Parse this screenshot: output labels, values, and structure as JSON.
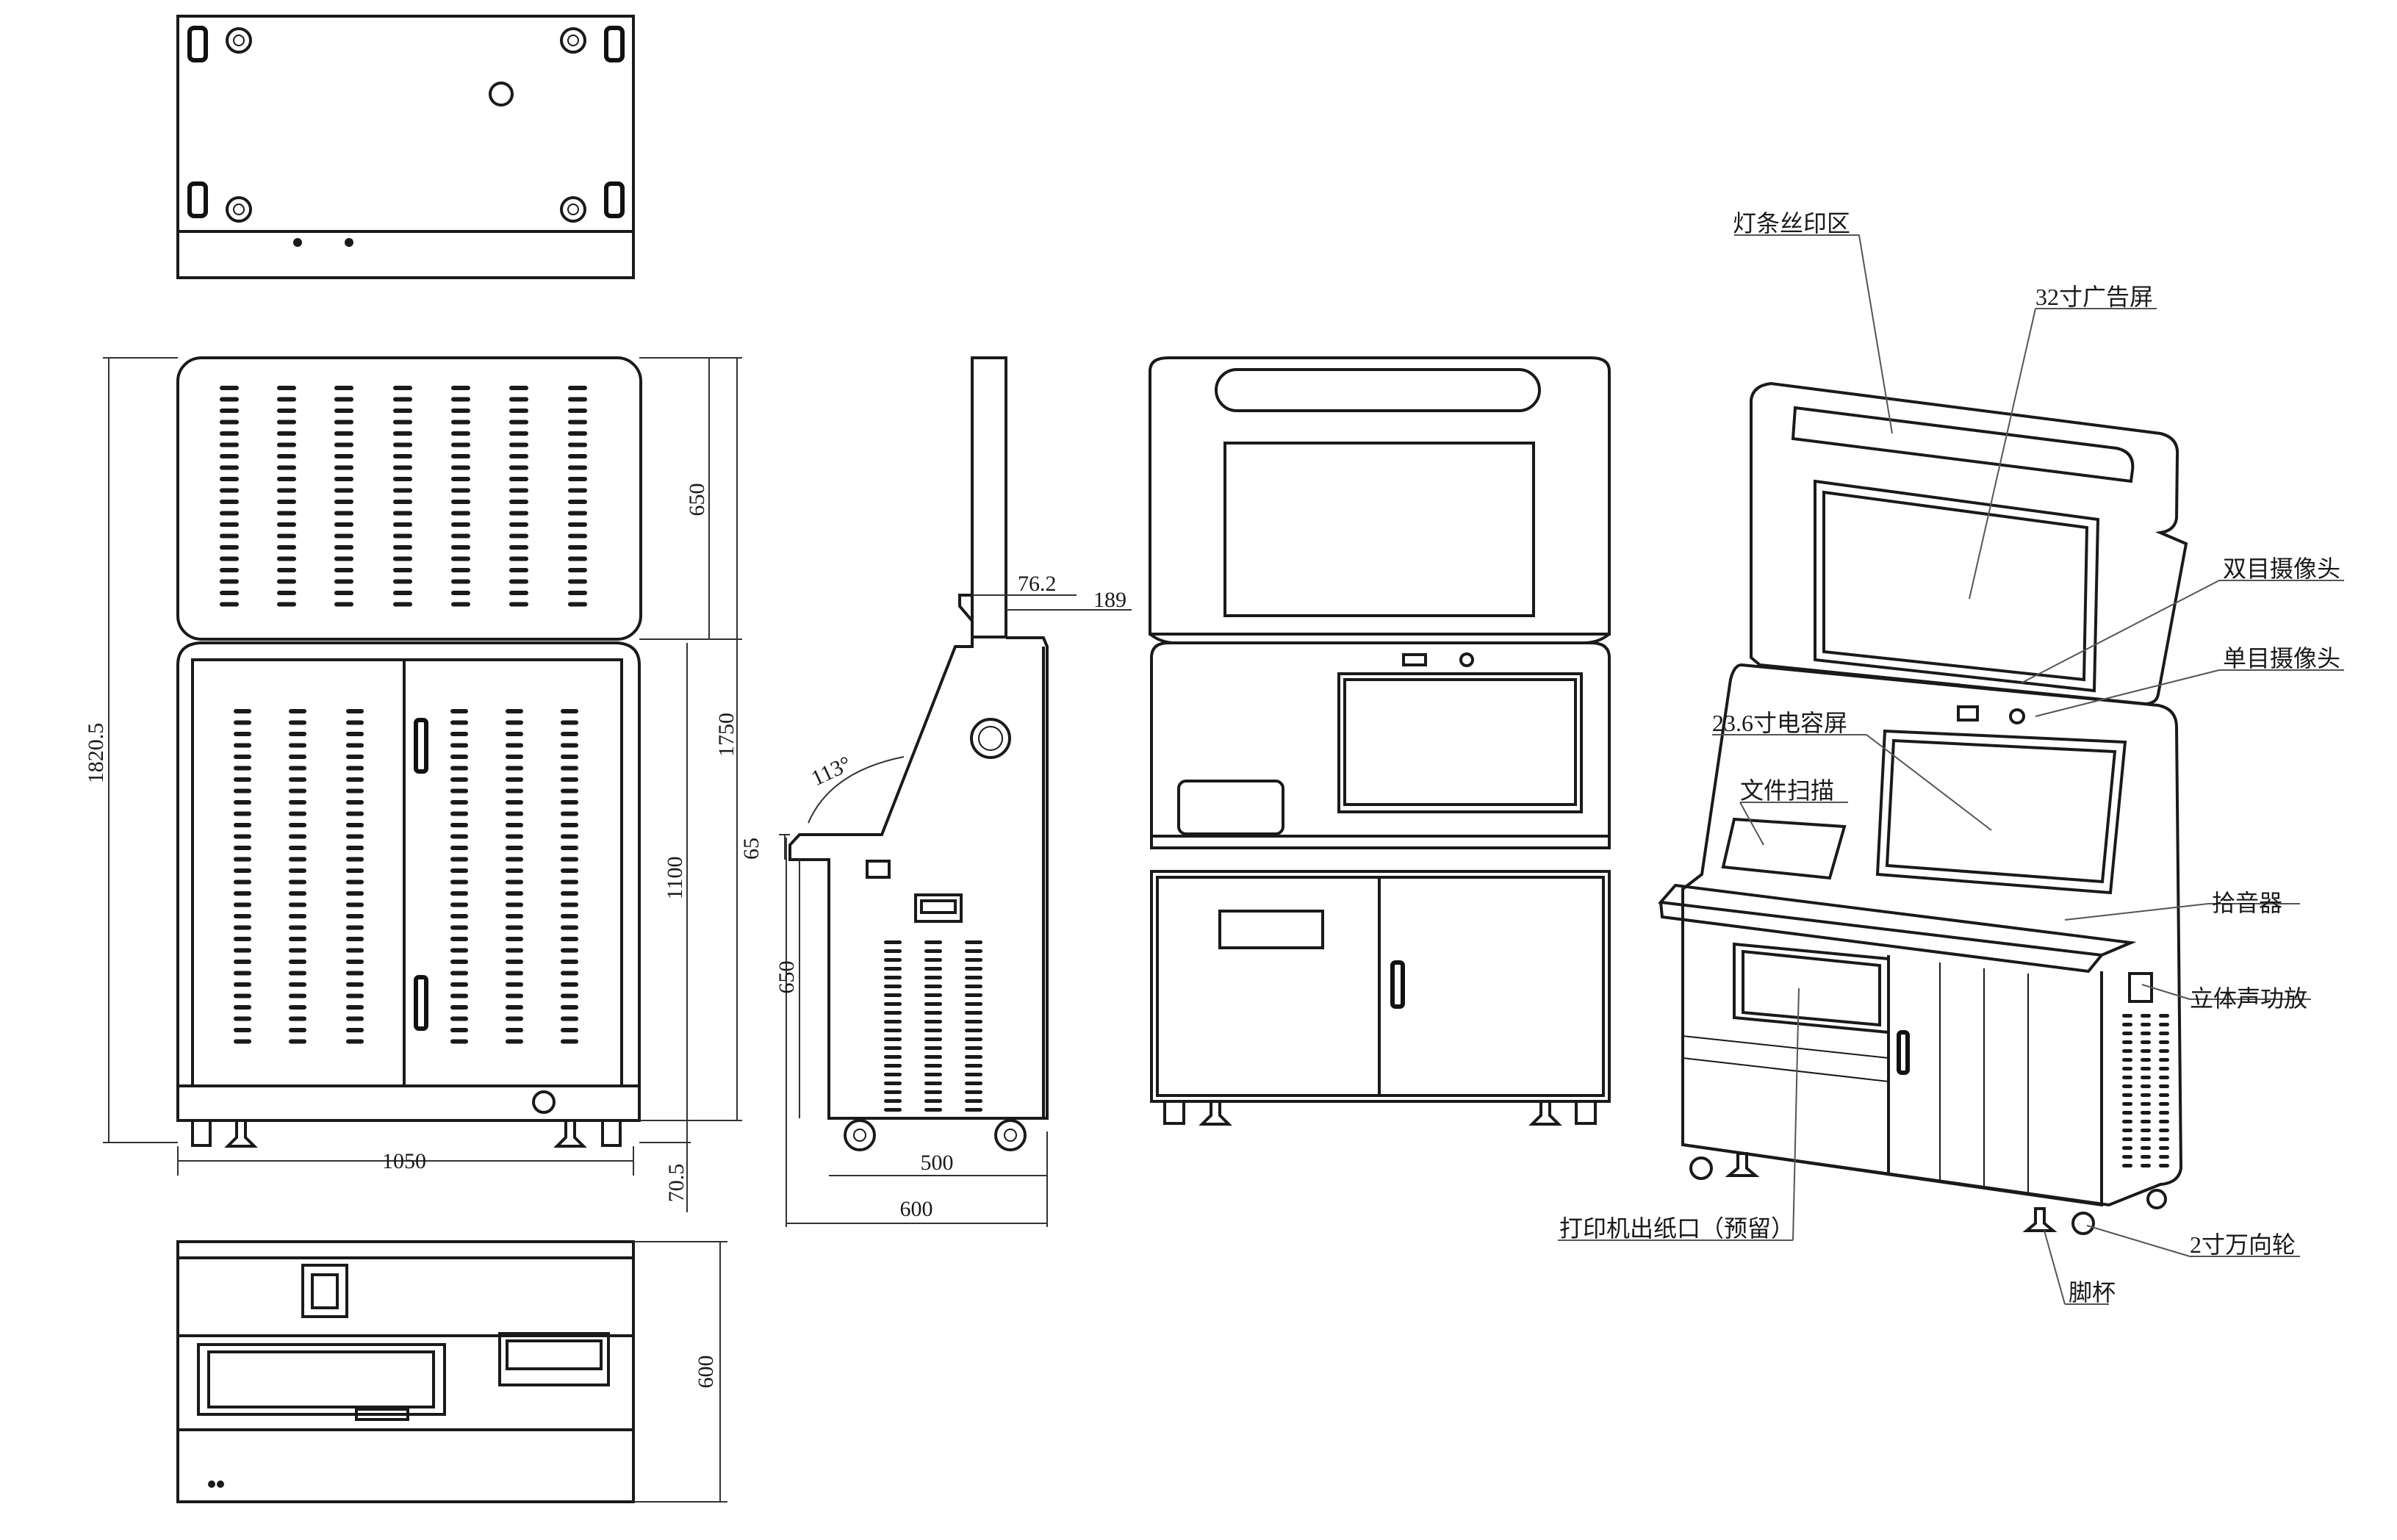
{
  "dimensions": {
    "overall_height": "1820.5",
    "top_panel_height": "650",
    "upper_height": "1750",
    "cabinet_height": "1100",
    "width_front": "1050",
    "foot_height": "70.5",
    "depth_bottom": "600",
    "side_panel_thickness": "76.2",
    "side_offset": "189",
    "side_angle": "113°",
    "side_step": "65",
    "side_cabinet_height": "650",
    "side_base": "500",
    "side_depth": "600"
  },
  "callouts": {
    "light_strip": "灯条丝印区",
    "ad_screen": "32寸广告屏",
    "binocular_camera": "双目摄像头",
    "monocular_camera": "单目摄像头",
    "touch_screen": "23.6寸电容屏",
    "document_scan": "文件扫描",
    "microphone": "拾音器",
    "stereo_amp": "立体声功放",
    "printer_outlet": "打印机出纸口（预留）",
    "caster": "2寸万向轮",
    "foot_cup": "脚杯"
  }
}
